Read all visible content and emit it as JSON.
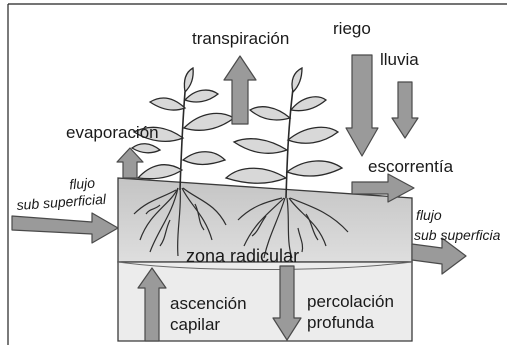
{
  "labels": {
    "transpiration": "transpiración",
    "irrigation": "riego",
    "rain": "lluvia",
    "evaporation": "evaporación",
    "runoff": "escorrentía",
    "subsurface_in_line1": "flujo",
    "subsurface_in_line2": "sub superficial",
    "subsurface_out_line1": "flujo",
    "subsurface_out_line2": "sub superficia",
    "root_zone": "zona radicular",
    "capillary_line1": "ascención",
    "capillary_line2": "capilar",
    "percolation_line1": "percolación",
    "percolation_line2": "profunda"
  },
  "colors": {
    "arrow_fill": "#9a9a9a",
    "arrow_stroke": "#4a4a4a",
    "soil_top": "#c9c9c9",
    "soil_mid": "#d9d9d9",
    "subsoil": "#ebebeb",
    "leaf_fill": "#d8d8d8",
    "leaf_stroke": "#2a2a2a",
    "root_stroke": "#2e2e2e"
  }
}
